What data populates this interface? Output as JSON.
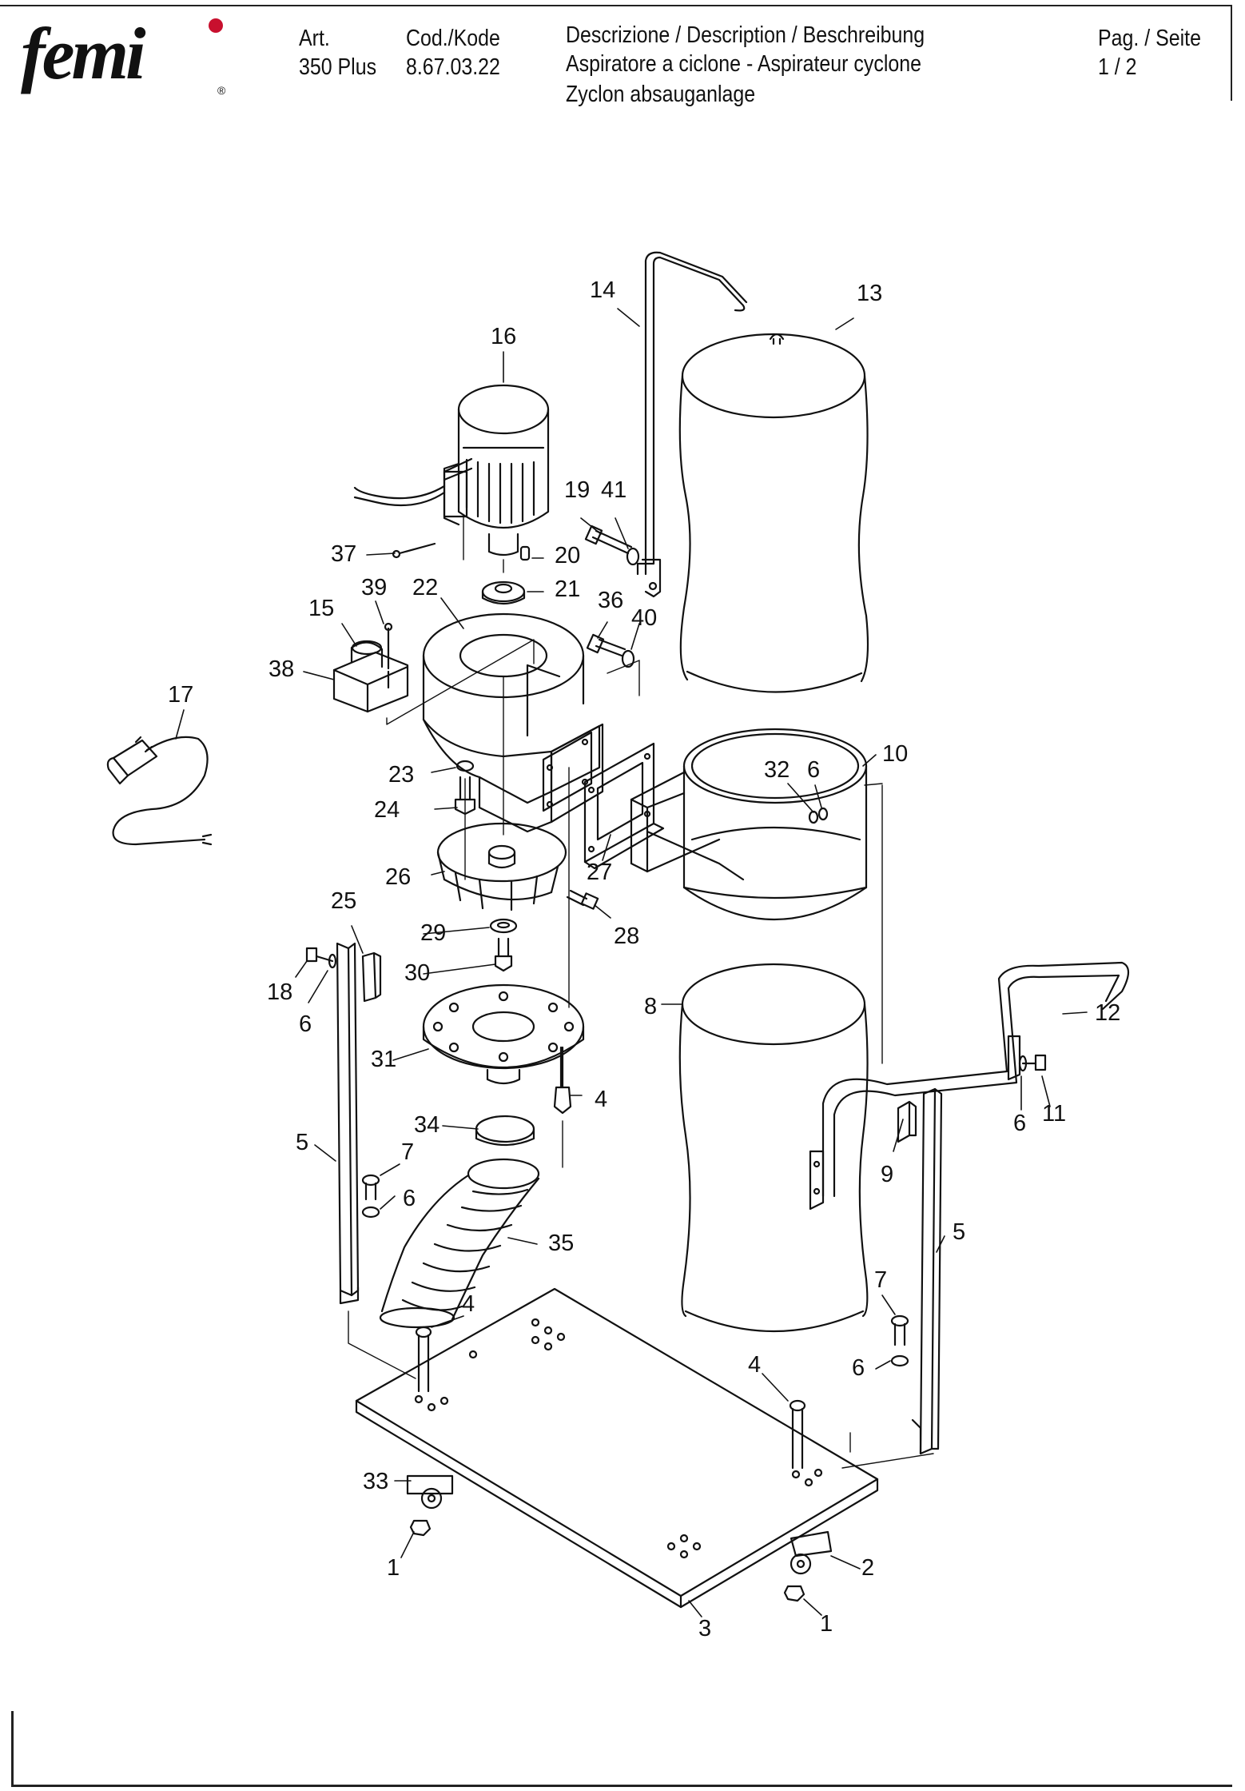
{
  "header": {
    "brand": "femi",
    "art_label": "Art.",
    "art_value": "350 Plus",
    "code_label": "Cod./Kode",
    "code_value": "8.67.03.22",
    "desc_label": "Descrizione / Description / Beschreibung",
    "desc_line1": "Aspiratore a ciclone - Aspirateur cyclone",
    "desc_line2": "Zyclon absauganlage",
    "page_label": "Pag. / Seite",
    "page_value": "1 / 2"
  },
  "callouts": [
    {
      "id": "c14",
      "text": "14"
    },
    {
      "id": "c13",
      "text": "13"
    },
    {
      "id": "c16",
      "text": "16"
    },
    {
      "id": "c19",
      "text": "19"
    },
    {
      "id": "c41",
      "text": "41"
    },
    {
      "id": "c37",
      "text": "37"
    },
    {
      "id": "c20",
      "text": "20"
    },
    {
      "id": "c21",
      "text": "21"
    },
    {
      "id": "c39",
      "text": "39"
    },
    {
      "id": "c22",
      "text": "22"
    },
    {
      "id": "c36",
      "text": "36"
    },
    {
      "id": "c40",
      "text": "40"
    },
    {
      "id": "c15",
      "text": "15"
    },
    {
      "id": "c38",
      "text": "38"
    },
    {
      "id": "c17",
      "text": "17"
    },
    {
      "id": "c10",
      "text": "10"
    },
    {
      "id": "c32",
      "text": "32"
    },
    {
      "id": "c6a",
      "text": "6"
    },
    {
      "id": "c23",
      "text": "23"
    },
    {
      "id": "c24",
      "text": "24"
    },
    {
      "id": "c26",
      "text": "26"
    },
    {
      "id": "c27",
      "text": "27"
    },
    {
      "id": "c28",
      "text": "28"
    },
    {
      "id": "c25",
      "text": "25"
    },
    {
      "id": "c29",
      "text": "29"
    },
    {
      "id": "c30",
      "text": "30"
    },
    {
      "id": "c18",
      "text": "18"
    },
    {
      "id": "c6b",
      "text": "6"
    },
    {
      "id": "c8",
      "text": "8"
    },
    {
      "id": "c12",
      "text": "12"
    },
    {
      "id": "c31",
      "text": "31"
    },
    {
      "id": "c4a",
      "text": "4"
    },
    {
      "id": "c6c",
      "text": "6"
    },
    {
      "id": "c11",
      "text": "11"
    },
    {
      "id": "c34",
      "text": "34"
    },
    {
      "id": "c5a",
      "text": "5"
    },
    {
      "id": "c9",
      "text": "9"
    },
    {
      "id": "c7a",
      "text": "7"
    },
    {
      "id": "c6d",
      "text": "6"
    },
    {
      "id": "c35",
      "text": "35"
    },
    {
      "id": "c5b",
      "text": "5"
    },
    {
      "id": "c4b",
      "text": "4"
    },
    {
      "id": "c7b",
      "text": "7"
    },
    {
      "id": "c6e",
      "text": "6"
    },
    {
      "id": "c4c",
      "text": "4"
    },
    {
      "id": "c33",
      "text": "33"
    },
    {
      "id": "c1a",
      "text": "1"
    },
    {
      "id": "c2",
      "text": "2"
    },
    {
      "id": "c3",
      "text": "3"
    },
    {
      "id": "c1b",
      "text": "1"
    }
  ]
}
